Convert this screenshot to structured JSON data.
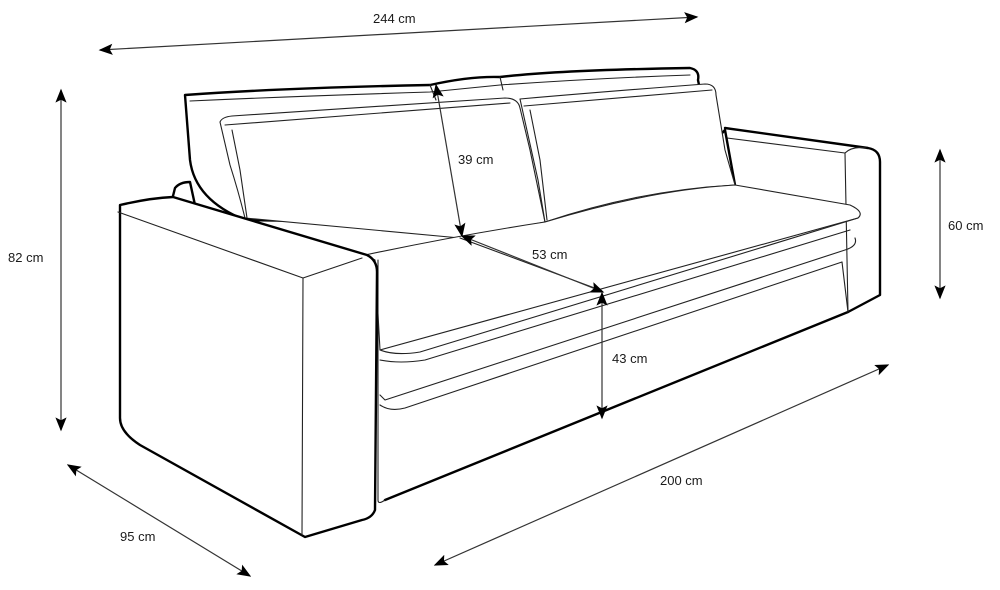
{
  "diagram": {
    "subject": "Three-seat sofa dimension drawing",
    "line_color": "#000000",
    "background": "#ffffff"
  },
  "dimensions": {
    "total_width": "244 cm",
    "total_height": "82 cm",
    "back_cushion_height": "39 cm",
    "seat_depth": "53 cm",
    "seat_height": "43 cm",
    "arm_height": "60 cm",
    "seat_width": "200 cm",
    "total_depth": "95 cm"
  }
}
